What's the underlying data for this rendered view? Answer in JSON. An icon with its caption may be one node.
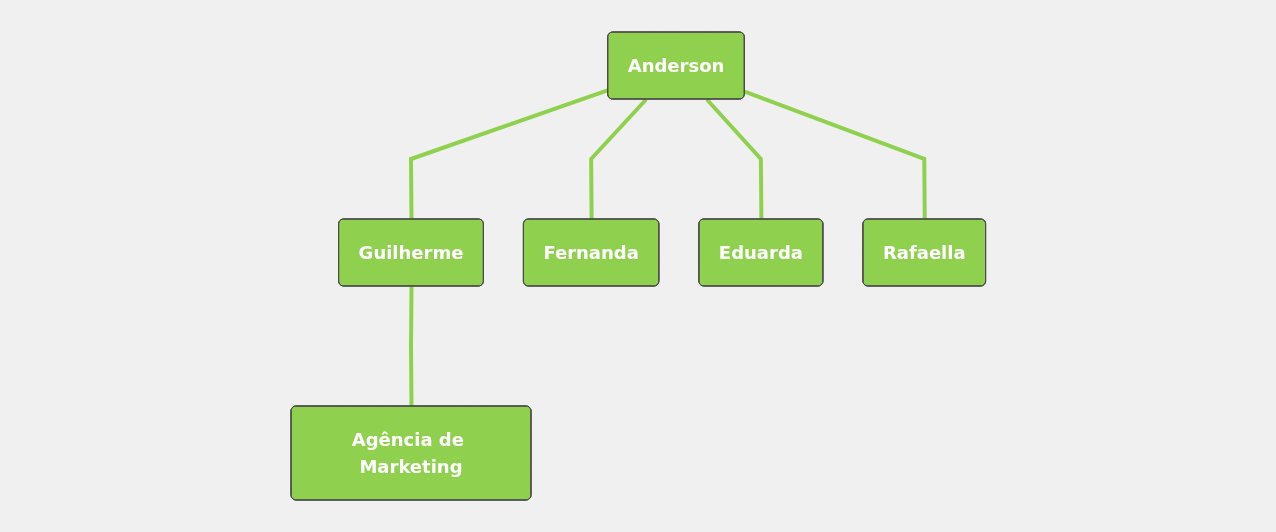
{
  "diagram": {
    "nodes": [
      {
        "text": [
          "Anderson"
        ]
      },
      {
        "text": [
          "Guilherme"
        ]
      },
      {
        "text": [
          "Fernanda"
        ]
      },
      {
        "text": [
          "Eduarda"
        ]
      },
      {
        "text": [
          "Rafaella"
        ]
      },
      {
        "text": [
          "Agência de Marketing"
        ]
      }
    ],
    "edges": [
      {
        "from": 0,
        "to": 1,
        "arrow": "none"
      },
      {
        "from": 0,
        "to": 2,
        "arrow": "none"
      },
      {
        "from": 0,
        "to": 3,
        "arrow": "none"
      },
      {
        "from": 0,
        "to": 4,
        "arrow": "none"
      },
      {
        "from": 1,
        "to": 5,
        "arrow": "none"
      }
    ]
  }
}
